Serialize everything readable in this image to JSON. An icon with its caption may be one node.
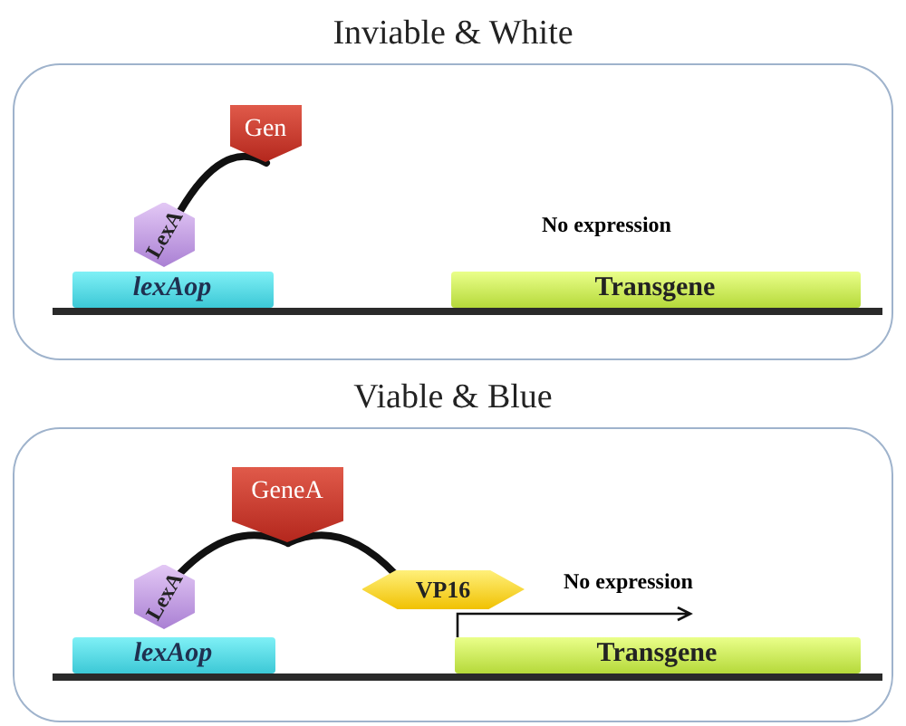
{
  "diagram": {
    "nodes": [
      {
        "text": [
          "Inviable & White"
        ]
      },
      {
        "text": [
          "Gen"
        ],
        "in": 0
      },
      {
        "text": [
          "LexA"
        ],
        "in": 0
      },
      {
        "text": [
          "lexAop"
        ],
        "in": 0
      },
      {
        "text": [
          "Transgene"
        ],
        "in": 0
      },
      {
        "text": [
          "Viable & Blue"
        ]
      },
      {
        "text": [
          "GeneA"
        ],
        "in": 5
      },
      {
        "text": [
          "LexA"
        ],
        "in": 5
      },
      {
        "text": [
          "VP16"
        ],
        "in": 5
      },
      {
        "text": [
          "lexAop"
        ],
        "in": 5
      },
      {
        "text": [
          "Transgene"
        ],
        "in": 5
      }
    ],
    "edges": [
      {
        "from": 2,
        "to": 1,
        "arrow": "none"
      },
      {
        "from": 7,
        "to": 6,
        "arrow": "none"
      },
      {
        "from": 6,
        "to": 8,
        "arrow": "none"
      }
    ],
    "labels": [
      "No expression",
      "No expression"
    ]
  }
}
